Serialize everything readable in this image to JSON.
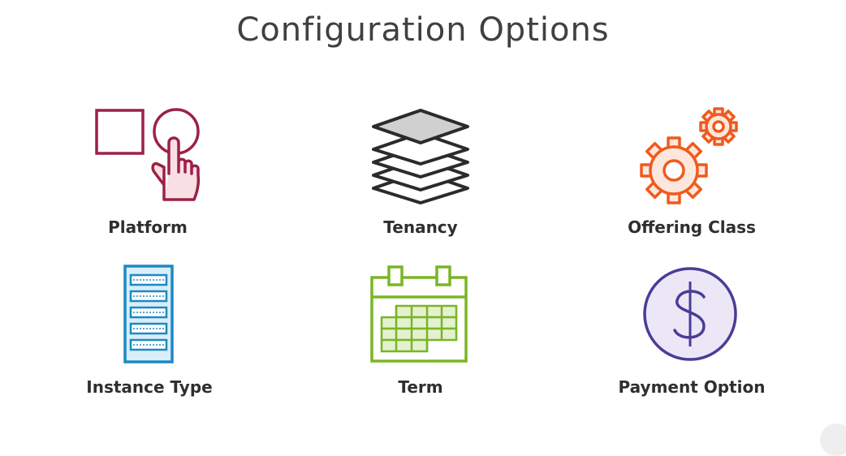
{
  "title": "Configuration Options",
  "options": [
    {
      "label": "Platform",
      "icon": "platform-touch-icon",
      "color": "#9b2146"
    },
    {
      "label": "Tenancy",
      "icon": "stacked-layers-icon",
      "color": "#2b2b2b"
    },
    {
      "label": "Offering Class",
      "icon": "gears-icon",
      "color": "#f05a1e"
    },
    {
      "label": "Instance Type",
      "icon": "server-rack-icon",
      "color": "#1e88c4"
    },
    {
      "label": "Term",
      "icon": "calendar-icon",
      "color": "#7ab526"
    },
    {
      "label": "Payment Option",
      "icon": "dollar-coin-icon",
      "color": "#4b3c96"
    }
  ]
}
